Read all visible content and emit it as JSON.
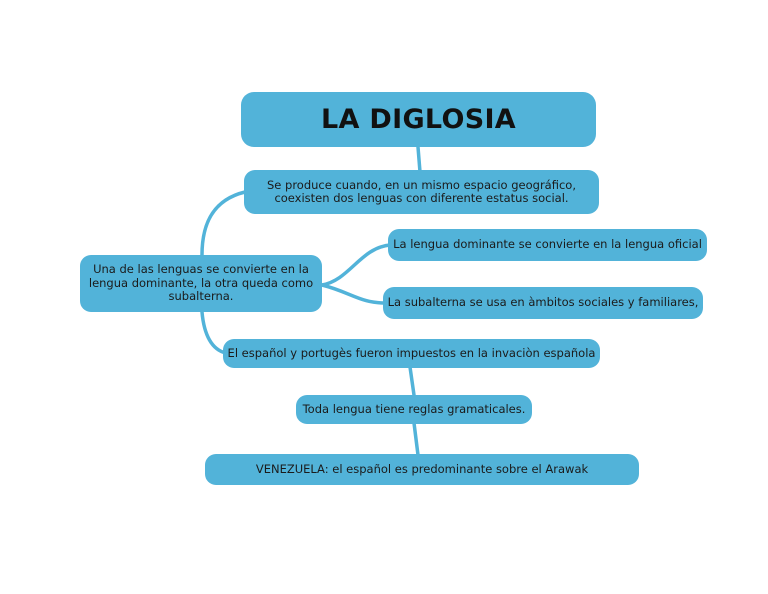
{
  "diagram": {
    "title": "LA DIGLOSIA",
    "definition": "Se produce cuando, en un mismo espacio geográfico, coexisten dos lenguas con diferente estatus social.",
    "dominance": "Una de las lenguas se convierte en la lengua dominante, la otra queda como subalterna.",
    "official": "La lengua dominante se convierte en la lengua oficial",
    "subaltern_use": "La subalterna se usa en àmbitos sociales y familiares,",
    "imposed": "El español y portugès fueron impuestos en la invaciòn española",
    "grammar": "Toda lengua tiene reglas gramaticales.",
    "venezuela": "VENEZUELA: el español es predominante sobre el Arawak"
  },
  "colors": {
    "node_fill": "#52b3d9",
    "connector": "#52b3d9",
    "text": "#1b1b1b"
  }
}
